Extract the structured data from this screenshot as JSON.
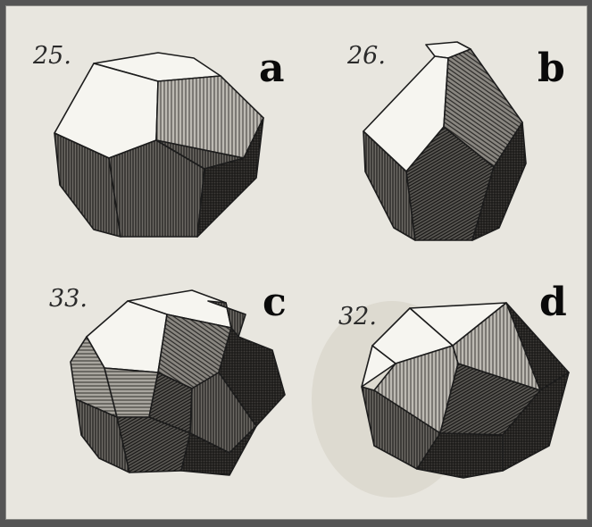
{
  "figure": {
    "panels": [
      {
        "letter": "a",
        "number": "25."
      },
      {
        "letter": "b",
        "number": "26."
      },
      {
        "letter": "c",
        "number": "33."
      },
      {
        "letter": "d",
        "number": "32."
      }
    ]
  },
  "colors": {
    "frame": "#555555",
    "paper": "#e8e6df",
    "ink": "#1c1c1c",
    "light_face": "#f6f5f0",
    "mid_face": "#8f8c86",
    "dark_face": "#4a4845"
  }
}
